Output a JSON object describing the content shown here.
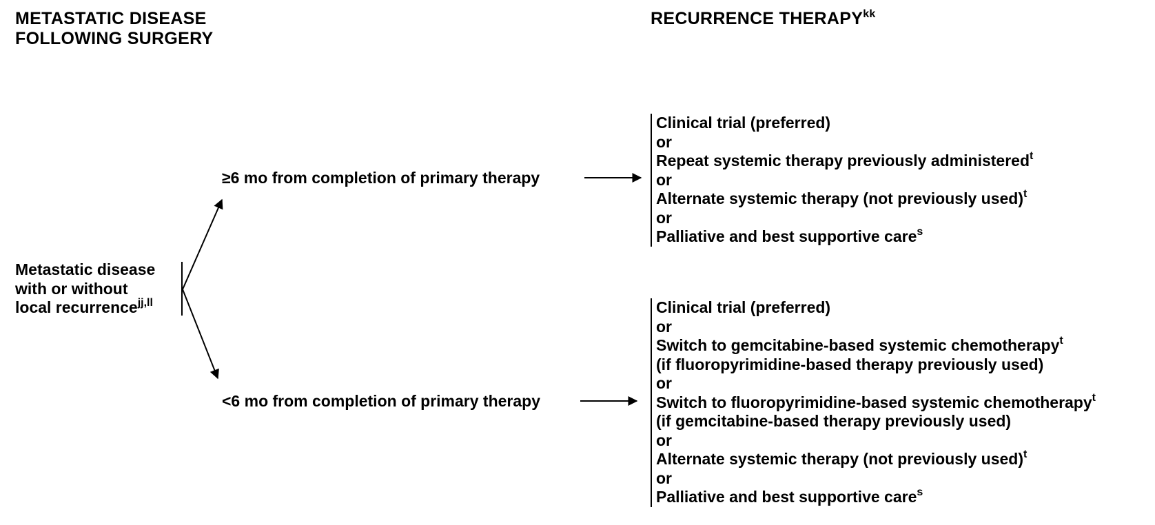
{
  "headers": {
    "left": [
      "METASTATIC DISEASE",
      "FOLLOWING SURGERY"
    ],
    "right": {
      "text": "RECURRENCE THERAPY",
      "sup": "kk"
    }
  },
  "root": {
    "lines": [
      "Metastatic disease",
      "with or without",
      "local recurrence"
    ],
    "sup": "jj,ll"
  },
  "branches": [
    {
      "label": "≥6 mo from completion of primary therapy",
      "options": [
        {
          "text": "Clinical trial (preferred)",
          "sup": ""
        },
        {
          "text": "or",
          "sup": ""
        },
        {
          "text": "Repeat systemic therapy previously administered",
          "sup": "t"
        },
        {
          "text": "or",
          "sup": ""
        },
        {
          "text": "Alternate systemic therapy (not previously used)",
          "sup": "t"
        },
        {
          "text": "or",
          "sup": ""
        },
        {
          "text": "Palliative and best supportive care",
          "sup": "s"
        }
      ]
    },
    {
      "label": "<6 mo from completion of primary therapy",
      "options": [
        {
          "text": "Clinical trial (preferred)",
          "sup": ""
        },
        {
          "text": "or",
          "sup": ""
        },
        {
          "text": "Switch to gemcitabine-based systemic chemotherapy",
          "sup": "t"
        },
        {
          "text": "(if fluoropyrimidine-based therapy previously used)",
          "sup": ""
        },
        {
          "text": "or",
          "sup": ""
        },
        {
          "text": "Switch to fluoropyrimidine-based systemic chemotherapy",
          "sup": "t"
        },
        {
          "text": "(if gemcitabine-based therapy previously used)",
          "sup": ""
        },
        {
          "text": "or",
          "sup": ""
        },
        {
          "text": "Alternate systemic therapy (not previously used)",
          "sup": "t"
        },
        {
          "text": "or",
          "sup": ""
        },
        {
          "text": "Palliative and best supportive care",
          "sup": "s"
        }
      ]
    }
  ]
}
